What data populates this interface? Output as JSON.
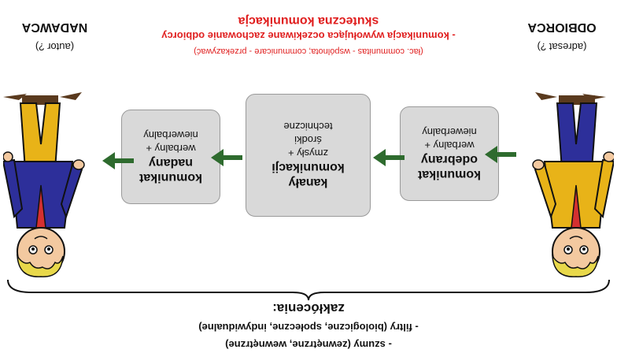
{
  "noise": {
    "title": "zakłócenia:",
    "items": [
      "- szumy (zewnętrzne, wewnętrzne)",
      "- filtry (biologiczne, społeczne, indywidualne)"
    ]
  },
  "sender": {
    "label": "NADAWCA",
    "sub": "(autor ?)"
  },
  "receiver": {
    "label": "ODBIORCA",
    "sub": "(adresat ?)"
  },
  "boxes": {
    "sent": {
      "line1": "komunikat",
      "line2": "nadany",
      "line3": "werbalny +",
      "line4": "niewerbalny"
    },
    "channels": {
      "line1": "kanały",
      "line2": "komunikacji",
      "line3": "zmysły +",
      "line4": "środki",
      "line5": "techniczne"
    },
    "received": {
      "line1": "komunikat",
      "line2": "odebrany",
      "line3": "werbalny +",
      "line4": "niewerbalny"
    }
  },
  "effective": {
    "title": "skuteczna komunikacja",
    "line1": "- komunikacja wywołująca oczekiwane zachowanie odbiorcy",
    "line2": "(łac. communitas - wspólnota; communicare - przekazywać)"
  },
  "colors": {
    "arrow": "#2e6b2e",
    "accent": "#e02020",
    "box": "#d9d9d9"
  }
}
